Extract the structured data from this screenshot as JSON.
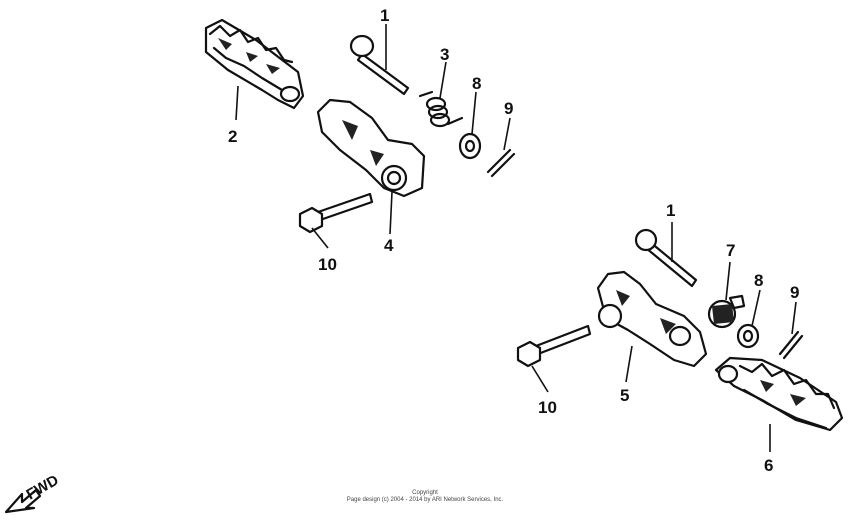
{
  "callouts": {
    "c1a": "1",
    "c2": "2",
    "c3": "3",
    "c8a": "8",
    "c9a": "9",
    "c10a": "10",
    "c4": "4",
    "c1b": "1",
    "c7": "7",
    "c8b": "8",
    "c9b": "9",
    "c10b": "10",
    "c5": "5",
    "c6": "6"
  },
  "fwd_label": "FWD",
  "copyright": {
    "line1": "Copyright",
    "line2": "Page design (c) 2004 - 2014 by ARI Network Services, Inc."
  }
}
